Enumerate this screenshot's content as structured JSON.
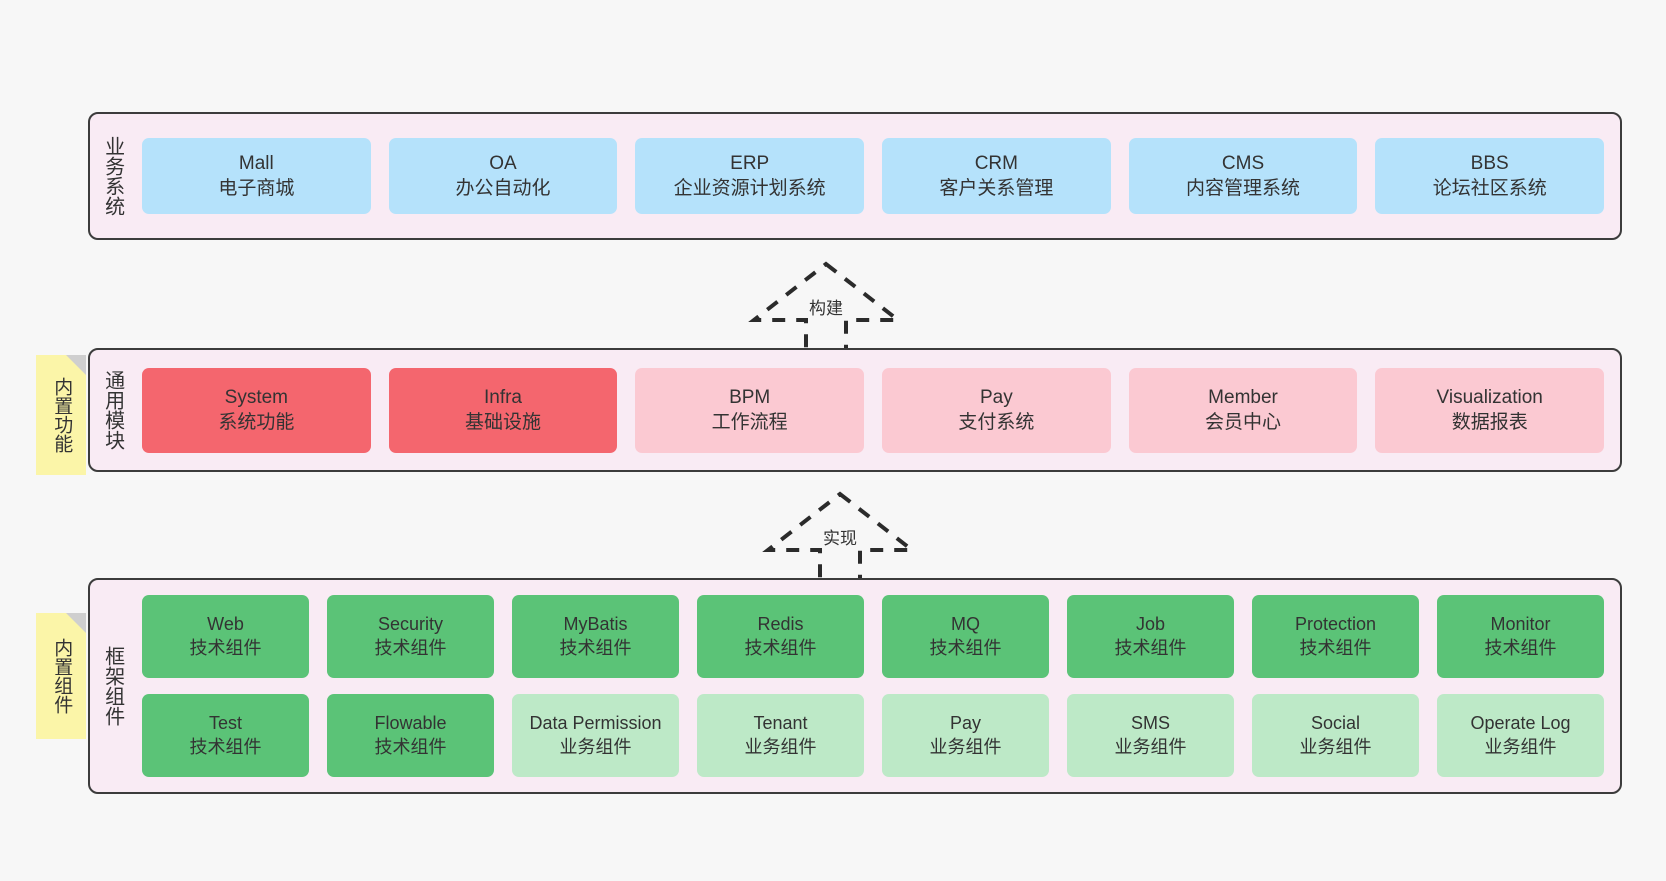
{
  "diagram": {
    "background_color": "#f7f7f7",
    "panel_fill": "#f9ebf4",
    "panel_border": "#3c3c3c",
    "note_fill": "#fbf5a8"
  },
  "layers": [
    {
      "id": "business",
      "title": "业务系统",
      "note": null,
      "card_color": "#b5e2fb",
      "rows": [
        [
          {
            "en": "Mall",
            "cn": "电子商城",
            "style": "blue"
          },
          {
            "en": "OA",
            "cn": "办公自动化",
            "style": "blue"
          },
          {
            "en": "ERP",
            "cn": "企业资源计划系统",
            "style": "blue"
          },
          {
            "en": "CRM",
            "cn": "客户关系管理",
            "style": "blue"
          },
          {
            "en": "CMS",
            "cn": "内容管理系统",
            "style": "blue"
          },
          {
            "en": "BBS",
            "cn": "论坛社区系统",
            "style": "blue"
          }
        ]
      ]
    },
    {
      "id": "modules",
      "title": "通用模块",
      "note": "内置功能",
      "card_color_primary": "#f4666e",
      "card_color_secondary": "#fbc9d2",
      "rows": [
        [
          {
            "en": "System",
            "cn": "系统功能",
            "style": "red"
          },
          {
            "en": "Infra",
            "cn": "基础设施",
            "style": "red"
          },
          {
            "en": "BPM",
            "cn": "工作流程",
            "style": "pink"
          },
          {
            "en": "Pay",
            "cn": "支付系统",
            "style": "pink"
          },
          {
            "en": "Member",
            "cn": "会员中心",
            "style": "pink"
          },
          {
            "en": "Visualization",
            "cn": "数据报表",
            "style": "pink"
          }
        ]
      ]
    },
    {
      "id": "framework",
      "title": "框架组件",
      "note": "内置组件",
      "card_color_primary": "#5bc377",
      "card_color_secondary": "#bde9c7",
      "rows": [
        [
          {
            "en": "Web",
            "cn": "技术组件",
            "style": "green"
          },
          {
            "en": "Security",
            "cn": "技术组件",
            "style": "green"
          },
          {
            "en": "MyBatis",
            "cn": "技术组件",
            "style": "green"
          },
          {
            "en": "Redis",
            "cn": "技术组件",
            "style": "green"
          },
          {
            "en": "MQ",
            "cn": "技术组件",
            "style": "green"
          },
          {
            "en": "Job",
            "cn": "技术组件",
            "style": "green"
          },
          {
            "en": "Protection",
            "cn": "技术组件",
            "style": "green"
          },
          {
            "en": "Monitor",
            "cn": "技术组件",
            "style": "green"
          }
        ],
        [
          {
            "en": "Test",
            "cn": "技术组件",
            "style": "green"
          },
          {
            "en": "Flowable",
            "cn": "技术组件",
            "style": "green"
          },
          {
            "en": "Data Permission",
            "cn": "业务组件",
            "style": "greenlight"
          },
          {
            "en": "Tenant",
            "cn": "业务组件",
            "style": "greenlight"
          },
          {
            "en": "Pay",
            "cn": "业务组件",
            "style": "greenlight"
          },
          {
            "en": "SMS",
            "cn": "业务组件",
            "style": "greenlight"
          },
          {
            "en": "Social",
            "cn": "业务组件",
            "style": "greenlight"
          },
          {
            "en": "Operate Log",
            "cn": "业务组件",
            "style": "greenlight"
          }
        ]
      ]
    }
  ],
  "arrows": [
    {
      "id": "build",
      "label": "构建"
    },
    {
      "id": "impl",
      "label": "实现"
    }
  ]
}
